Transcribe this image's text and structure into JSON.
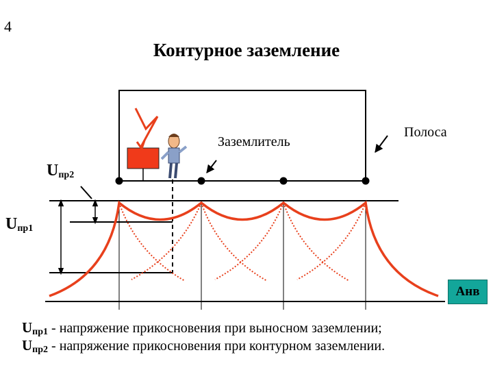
{
  "slide_number": "4",
  "title": "Контурное заземление",
  "labels": {
    "zazemlitel": "Заземлитель",
    "polosa": "Полоса",
    "u_pr2_main": "U",
    "u_pr2_sub": "пр2",
    "u_pr1_main": "U",
    "u_pr1_sub": "пр1",
    "anv": "Анв"
  },
  "legend": [
    {
      "main": "U",
      "sub": "пр1",
      "text": " - напряжение прикосновения при выносном заземлении;"
    },
    {
      "main": "U",
      "sub": "пр2",
      "text": " - напряжение прикосновения при контурном заземлении."
    }
  ],
  "colors": {
    "curve": "#e8401c",
    "equipment": "#f03a1a",
    "badge": "#13a69a",
    "line": "#000000"
  }
}
